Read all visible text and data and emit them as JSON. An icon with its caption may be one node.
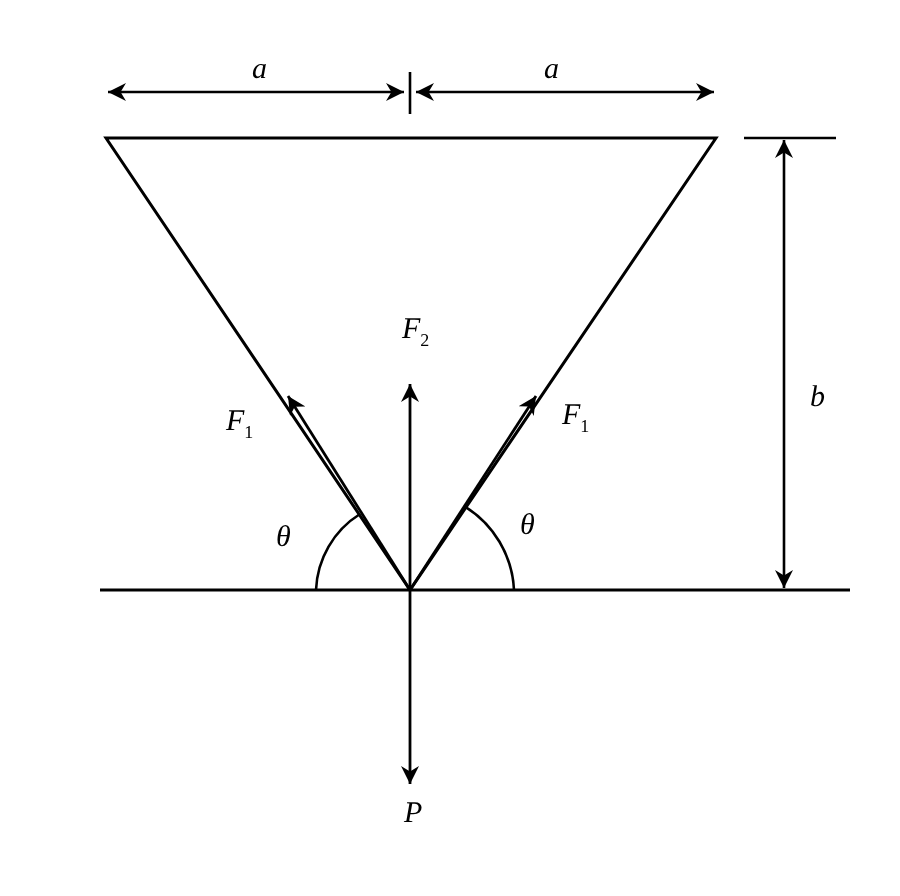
{
  "diagram": {
    "labels": [
      "a",
      "a",
      "F$_{2}$",
      "b",
      "F$_{1}$",
      "F$_{1}$",
      "θ",
      "θ",
      "P"
    ]
  }
}
